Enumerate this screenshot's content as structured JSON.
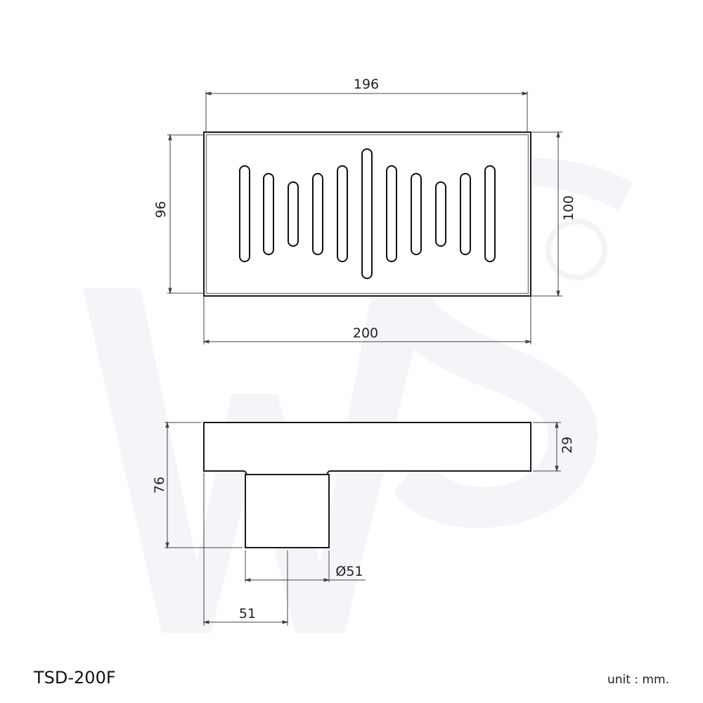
{
  "drawing": {
    "model": "TSD-200F",
    "unit_label": "unit : mm.",
    "watermark": "WS",
    "watermark_mark": "®",
    "colors": {
      "line": "#1a1a1a",
      "dim_line": "#444444",
      "frame_inner": "#9a9a9a",
      "watermark": "#f6f6fa"
    }
  },
  "top_view": {
    "dimensions": {
      "grate_width": "196",
      "overall_width": "200",
      "grate_height": "96",
      "overall_height": "100"
    },
    "slot_count": 11
  },
  "side_view": {
    "dimensions": {
      "total_height": "76",
      "body_height": "29",
      "outlet_diameter": "Ø51",
      "outlet_offset": "51"
    }
  }
}
